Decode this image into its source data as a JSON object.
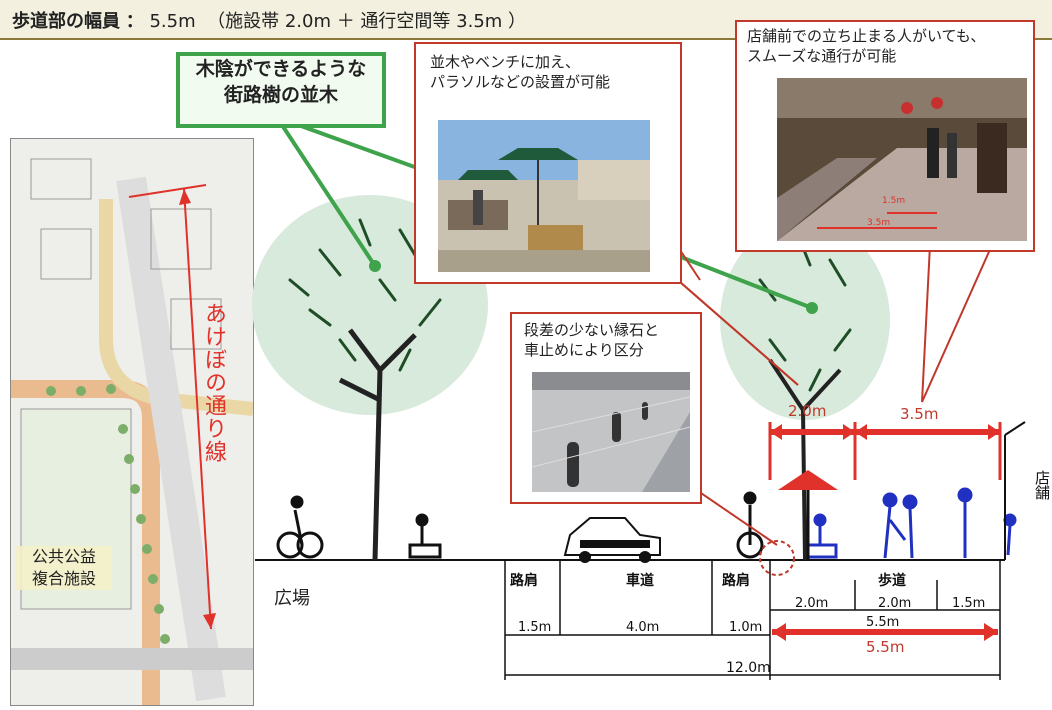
{
  "header": {
    "prefix": "歩道部の幅員",
    "colon": "：",
    "width_value": "5.5m",
    "breakdown": "（施設帯 2.0m ＋ 通行空間等 3.5m ）"
  },
  "callouts": {
    "trees_box": [
      "木陰ができるような",
      "街路樹の並木"
    ],
    "parasol": [
      "並木やベンチに加え、",
      "パラソルなどの設置が可能"
    ],
    "shop_front": [
      "店舗前での立ち止まる人がいても、",
      "スムーズな通行が可能"
    ],
    "curb": [
      "段差の少ない縁石と",
      "車止めにより区分"
    ]
  },
  "map": {
    "route_name": "あけぼの通り線",
    "facility_label": [
      "公共公益",
      "複合施設"
    ]
  },
  "section": {
    "plaza_label": "広場",
    "shop_label": "店舗",
    "top_dims": {
      "facility_band": "2.0m",
      "passage": "3.5m"
    },
    "zones": [
      "路肩",
      "車道",
      "路肩",
      "歩道"
    ],
    "dims_row1": [
      "2.0m",
      "2.0m",
      "1.5m"
    ],
    "dims_row2": [
      "1.5m",
      "4.0m",
      "1.0m",
      "5.5m"
    ],
    "red_total": "5.5m",
    "total_width": "12.0m",
    "photo_inset_labels": [
      "1.5m",
      "3.5m"
    ]
  },
  "colors": {
    "accent_red": "#e0322a",
    "tree_green": "#3ea34a",
    "header_bg": "#f3f0df"
  }
}
